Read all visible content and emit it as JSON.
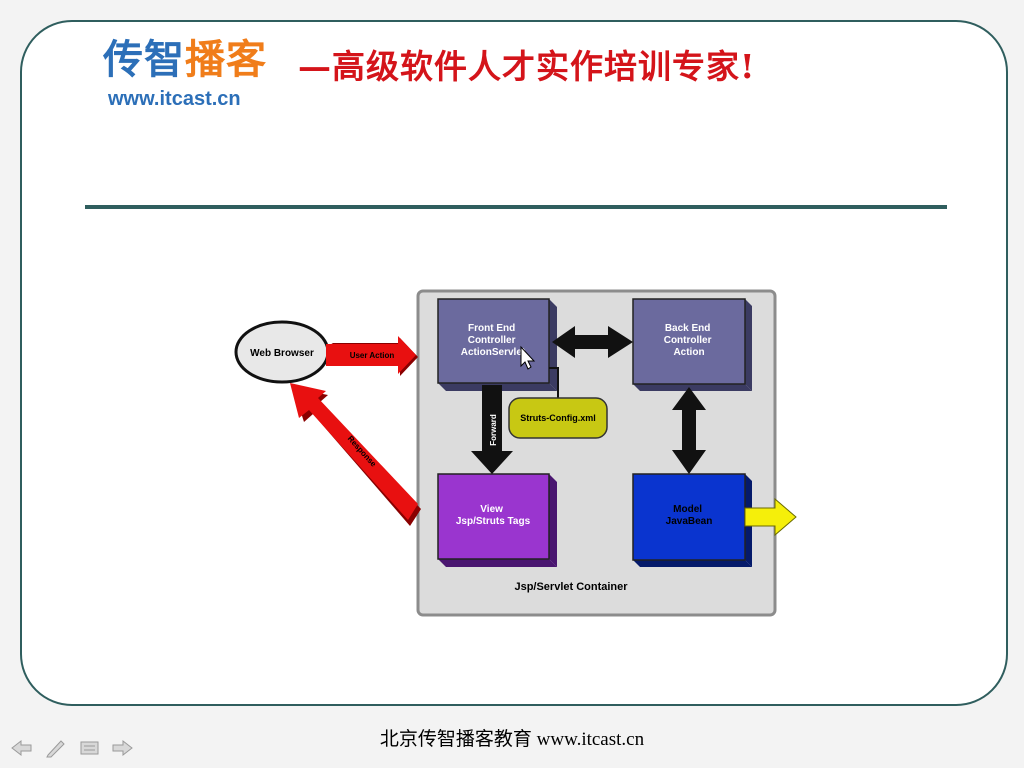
{
  "header": {
    "logo_part1": "传智",
    "logo_part2": "播客",
    "logo_url": "www.itcast.cn",
    "slogan": "—高级软件人才实作培训专家!"
  },
  "diagram": {
    "container_label": "Jsp/Servlet Container",
    "web_browser": "Web Browser",
    "front_controller": [
      "Front End",
      "Controller",
      "ActionServlet"
    ],
    "back_controller": [
      "Back End",
      "Controller",
      "Action"
    ],
    "view": [
      "View",
      "Jsp/Struts Tags"
    ],
    "model": [
      "Model",
      "JavaBean"
    ],
    "config": "Struts-Config.xml",
    "user_action": "User Action",
    "response": "Response",
    "forward": "Forward"
  },
  "footer": {
    "text": "北京传智播客教育 www.itcast.cn"
  },
  "colors": {
    "frame": "#2f5e5e",
    "controller_box": "#6b6a9e",
    "view_box": "#9a35cf",
    "model_box": "#0a34cf",
    "config_pill": "#c8c813",
    "red_arrow": "#e81010",
    "yellow_arrow": "#f5ef0a"
  },
  "nav_icons": [
    "prev-arrow-icon",
    "pen-icon",
    "menu-icon",
    "next-arrow-icon"
  ]
}
